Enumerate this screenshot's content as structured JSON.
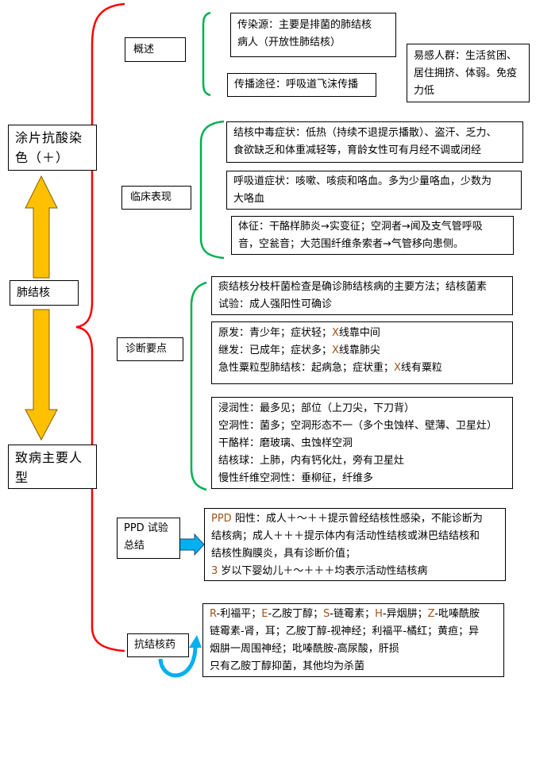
{
  "colors": {
    "main_bracket": "#ff0000",
    "sub_bracket": "#00b050",
    "yellow_arrow": "#ffc000",
    "blue_arrow": "#00b0f0"
  },
  "left": {
    "smear": "涂片抗酸染色（＋）",
    "center": "肺结核",
    "pathogen": "致病主要人型"
  },
  "overview": {
    "label": "概述",
    "source": [
      "传染源：主要是排菌的肺结核",
      "病人（开放性肺结核）"
    ],
    "route": "传播途径：呼吸道飞沫传播",
    "susceptible": [
      "易感人群：生活贫困、",
      "居住拥挤、体弱。免疫",
      "力低"
    ]
  },
  "clinical": {
    "label": "临床表现",
    "toxic": [
      "结核中毒症状：低热（持续不退提示播散）、盗汗、乏力、",
      "食欲缺乏和体重减轻等，育龄女性可有月经不调或闭经"
    ],
    "respiratory": [
      "呼吸道症状：咳嗽、咳痰和咯血。多为少量咯血，少数为",
      "大咯血"
    ],
    "signs": [
      "体征：干酪样肺炎→实变征；空洞者→闻及支气管呼吸",
      "音，空瓮音；大范围纤维条索者→气管移向患侧。"
    ]
  },
  "diagnosis": {
    "label": "诊断要点",
    "tests": [
      "痰结核分枝杆菌检查是确诊肺结核病的主要方法；结核菌素",
      "试验：成人强阳性可确诊"
    ],
    "types": [
      {
        "pre": "原发：青少年；症状轻；",
        "x": "X",
        "post": "线靠中间"
      },
      {
        "pre": "继发：已成年；症状多；",
        "x": "X",
        "post": "线靠肺尖"
      },
      {
        "pre": "急性粟粒型肺结核：起病急；症状重；",
        "x": "X",
        "post": "线有粟粒"
      }
    ],
    "forms": [
      "浸润性：最多见；部位（上刀尖，下刀背）",
      "空洞性：菌多；空洞形态不一（多个虫蚀样、壁薄、卫星灶）",
      "干酪样：磨玻璃、虫蚀样空洞",
      "结核球：上肺，内有钙化灶，旁有卫星灶",
      "慢性纤维空洞性：垂柳征，纤维多"
    ]
  },
  "ppd": {
    "label": [
      "PPD 试验",
      "总结"
    ],
    "lines": [
      {
        "lat": "PPD",
        "text": " 阳性：成人＋～＋＋提示曾经结核性感染，不能诊断为"
      },
      {
        "lat": "",
        "text": "结核病；成人＋＋＋提示体内有活动性结核或淋巴结结核和"
      },
      {
        "lat": "",
        "text": "结核性胸膜炎，具有诊断价值；"
      },
      {
        "lat": "3",
        "text": " 岁以下婴幼儿＋～＋＋＋均表示活动性结核病"
      }
    ]
  },
  "drugs": {
    "label": "抗结核药",
    "abbrev": [
      {
        "lat": "R",
        "text": "-利福平；"
      },
      {
        "lat": "E",
        "text": "-乙胺丁醇；"
      },
      {
        "lat": "S",
        "text": "-链霉素；"
      },
      {
        "lat": "H",
        "text": "-异烟肼；"
      },
      {
        "lat": "Z",
        "text": "-吡嗪酰胺"
      }
    ],
    "lines": [
      "链霉素-肾，耳；乙胺丁醇-视神经；利福平-橘红；黄疸；异",
      "烟肼一周围神经；吡嗪酰胺-高尿酸，肝损",
      "只有乙胺丁醇抑菌，其他均为杀菌"
    ]
  }
}
